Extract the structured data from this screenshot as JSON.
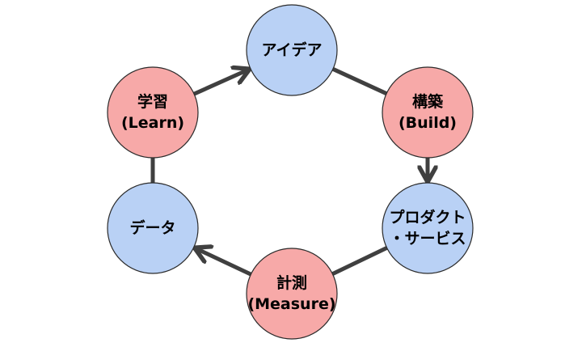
{
  "diagram": {
    "colors": {
      "red_fill": "#f7a9a8",
      "blue_fill": "#b9d1f5",
      "edge": "#404040",
      "outline": "#2b2b2b"
    },
    "nodes": [
      {
        "id": "idea",
        "color": "blue",
        "lines": [
          "アイデア"
        ]
      },
      {
        "id": "build",
        "color": "red",
        "lines": [
          "構築",
          "(Build)"
        ]
      },
      {
        "id": "product",
        "color": "blue",
        "lines": [
          "プロダクト",
          "・サービス"
        ]
      },
      {
        "id": "measure",
        "color": "red",
        "lines": [
          "計測",
          "(Measure)"
        ]
      },
      {
        "id": "data",
        "color": "blue",
        "lines": [
          "データ"
        ]
      },
      {
        "id": "learn",
        "color": "red",
        "lines": [
          "学習",
          "(Learn)"
        ]
      }
    ],
    "edges": [
      {
        "from": "idea",
        "to": "build",
        "arrow": false
      },
      {
        "from": "build",
        "to": "product",
        "arrow": true
      },
      {
        "from": "product",
        "to": "measure",
        "arrow": false
      },
      {
        "from": "measure",
        "to": "data",
        "arrow": true
      },
      {
        "from": "data",
        "to": "learn",
        "arrow": false
      },
      {
        "from": "learn",
        "to": "idea",
        "arrow": true
      }
    ]
  }
}
